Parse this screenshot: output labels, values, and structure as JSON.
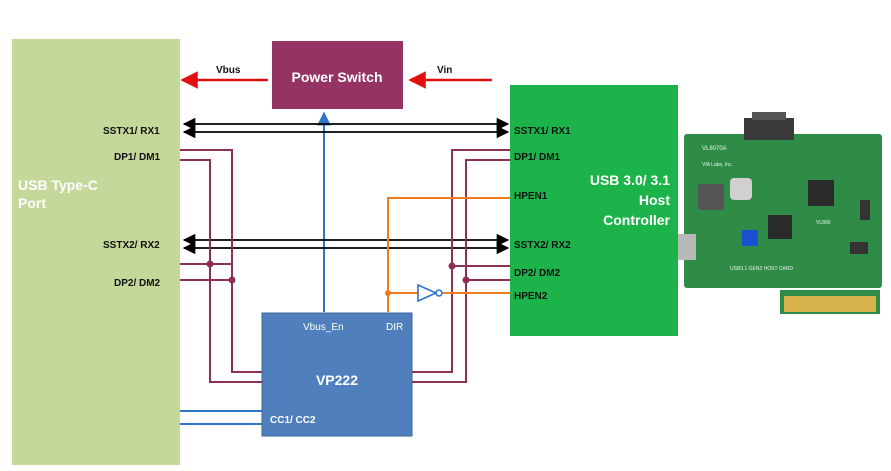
{
  "blocks": {
    "usb_typec": {
      "label_line1": "USB Type-C",
      "label_line2": "Port"
    },
    "power_switch": {
      "label": "Power Switch"
    },
    "host_controller": {
      "label_line1": "USB 3.0/ 3.1",
      "label_line2": "Host",
      "label_line3": "Controller"
    },
    "vp222": {
      "label": "VP222",
      "pin_vbus_en": "Vbus_En",
      "pin_dir": "DIR",
      "pin_cc": "CC1/ CC2"
    }
  },
  "power": {
    "vbus_label": "Vbus",
    "vin_label": "Vin"
  },
  "port_signals": {
    "sstx1": "SSTX1/ RX1",
    "dp1": "DP1/ DM1",
    "sstx2": "SSTX2/ RX2",
    "dp2": "DP2/ DM2"
  },
  "host_signals": {
    "sstx1": "SSTX1/ RX1",
    "dp1": "DP1/ DM1",
    "hpen1": "HPEN1",
    "sstx2": "SSTX2/ RX2",
    "dp2": "DP2/ DM2",
    "hpen2": "HPEN2"
  },
  "board_photo": {
    "silk_brand": "VL8070A",
    "silk_vendor": "VIA Labs, Inc.",
    "silk_chip": "VL800",
    "silk_card": "USB3.1 GEN2 HOST CARD"
  },
  "colors": {
    "typec_fill": "#c4d89a",
    "power_switch_fill": "#953364",
    "host_fill": "#1cb44a",
    "vp222_fill": "#4f80bd",
    "wire_purple": "#8e3056",
    "wire_orange": "#ef7b1c",
    "wire_blue": "#4f80bd",
    "arrow_red": "#e01010",
    "pcb_green": "#2f8c46"
  }
}
